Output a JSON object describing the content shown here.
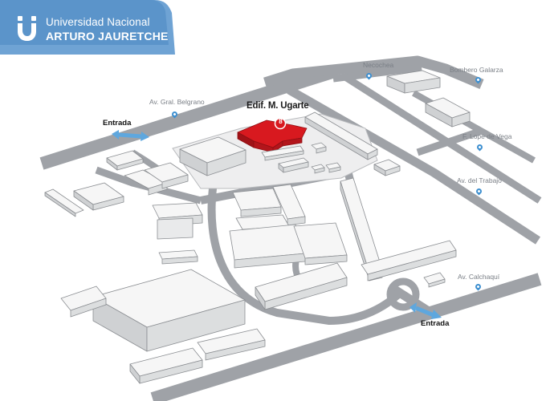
{
  "logo": {
    "line1": "Universidad Nacional",
    "line2": "ARTURO JAURETCHE",
    "icon": "unaj-logo-icon"
  },
  "highlight": {
    "title": "Edif. M. Ugarte",
    "badge": "8",
    "color": "#d8191f"
  },
  "entrances": {
    "north": "Entrada",
    "south": "Entrada"
  },
  "streets": {
    "belgrano": "Av. Gral. Belgrano",
    "necochea": "Necochea",
    "bombero": "Bombero Galarza",
    "lope": "F. Lope de Vega",
    "trabajo": "Av. del Trabajo",
    "calchaqui": "Av. Calchaquí"
  },
  "colors": {
    "road": "#9b9ea3",
    "building_top": "#f4f4f4",
    "building_side": "#cfd1d3",
    "pin": "#3d8fd0",
    "logo_bg": "#6fa3d4"
  }
}
